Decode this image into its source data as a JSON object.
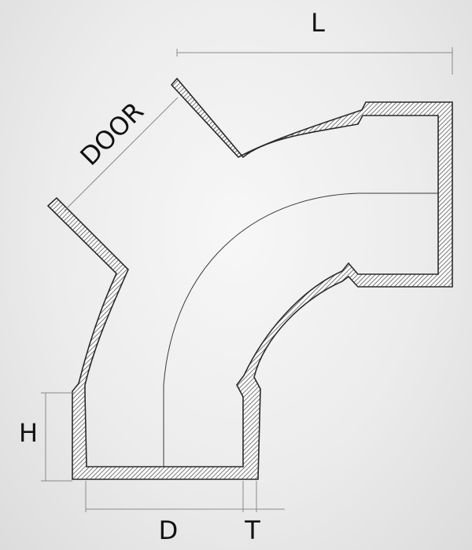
{
  "labels": {
    "length": "L",
    "door": "DOOR",
    "height": "H",
    "diameter": "D",
    "thickness": "T"
  },
  "colors": {
    "background": "#ececec",
    "outline": "#2a2a2a",
    "hatch": "#555555",
    "dimension": "#8a8a8a",
    "text": "#111111"
  }
}
